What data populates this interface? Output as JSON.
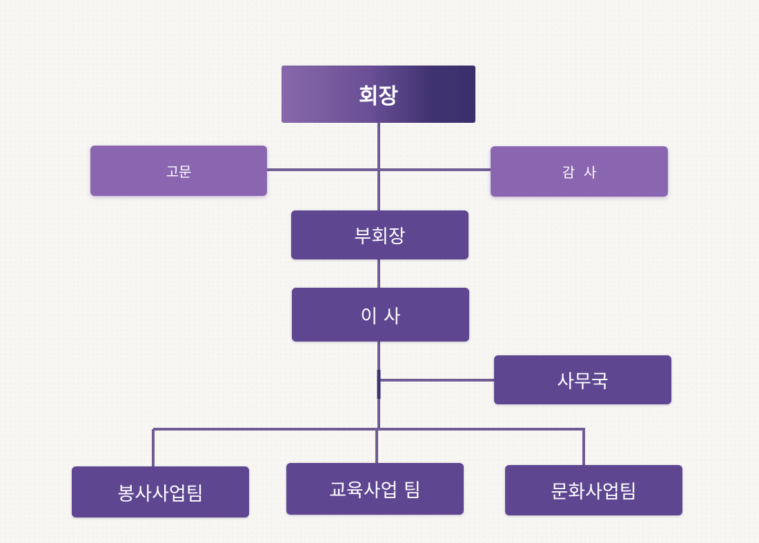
{
  "org_chart": {
    "president": "회장",
    "advisor": "고문",
    "auditor": "감  사",
    "vice_president": "부회장",
    "directors": "이 사",
    "secretariat": "사무국",
    "teams": [
      "봉사사업팀",
      "교육사업 팀",
      "문화사업팀"
    ]
  },
  "colors": {
    "node_dark": "#5e4691",
    "node_light": "#8a66b0",
    "connector": "#6f5c93",
    "background": "#f7f6f3"
  }
}
